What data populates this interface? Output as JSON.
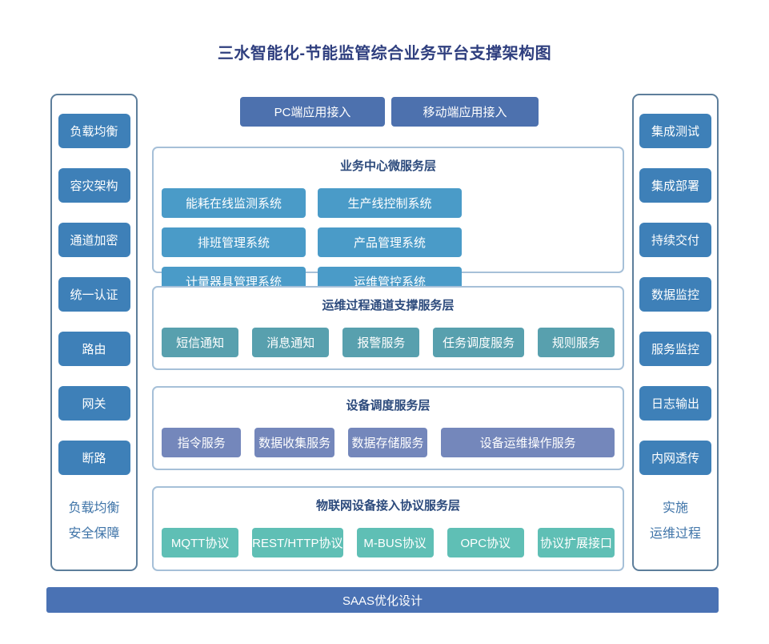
{
  "title": "三水智能化-节能监管综合业务平台支撑架构图",
  "top_buttons": [
    {
      "label": "PC端应用接入"
    },
    {
      "label": "移动端应用接入"
    }
  ],
  "left_sidebar": {
    "items": [
      "负载均衡",
      "容灾架构",
      "通道加密",
      "统一认证",
      "路由",
      "网关",
      "断路"
    ],
    "caption_lines": [
      "负载均衡",
      "安全保障"
    ]
  },
  "right_sidebar": {
    "items": [
      "集成测试",
      "集成部署",
      "持续交付",
      "数据监控",
      "服务监控",
      "日志输出",
      "内网透传"
    ],
    "caption_lines": [
      "实施",
      "运维过程"
    ]
  },
  "layers": [
    {
      "title": "业务中心微服务层",
      "chip_color": "#4a9bc8",
      "items": [
        "能耗在线监测系统",
        "生产线控制系统",
        "排班管理系统",
        "产品管理系统",
        "计量器具管理系统",
        "运维管控系统"
      ]
    },
    {
      "title": "运维过程通道支撑服务层",
      "chip_color": "#58a0ae",
      "items": [
        "短信通知",
        "消息通知",
        "报警服务",
        "任务调度服务",
        "规则服务"
      ]
    },
    {
      "title": "设备调度服务层",
      "chip_color": "#7487bb",
      "items": [
        "指令服务",
        "数据收集服务",
        "数据存储服务",
        "设备运维操作服务"
      ]
    },
    {
      "title": "物联网设备接入协议服务层",
      "chip_color": "#5fbfb5",
      "items": [
        "MQTT协议",
        "REST/HTTP协议",
        "M-BUS协议",
        "OPC协议",
        "协议扩展接口"
      ]
    }
  ],
  "bottom_bar": {
    "label": "SAAS优化设计"
  },
  "colors": {
    "title_text": "#2f3f7f",
    "layer_title_text": "#2c4a7c",
    "sidebar_chip": "#3e80b8",
    "top_button": "#4d71ae",
    "bottom_bar": "#4a72b4",
    "sidebar_caption_text": "#3f74a8",
    "frame_border": "#5d7e9b",
    "layer_border": "#a6c0d8"
  }
}
